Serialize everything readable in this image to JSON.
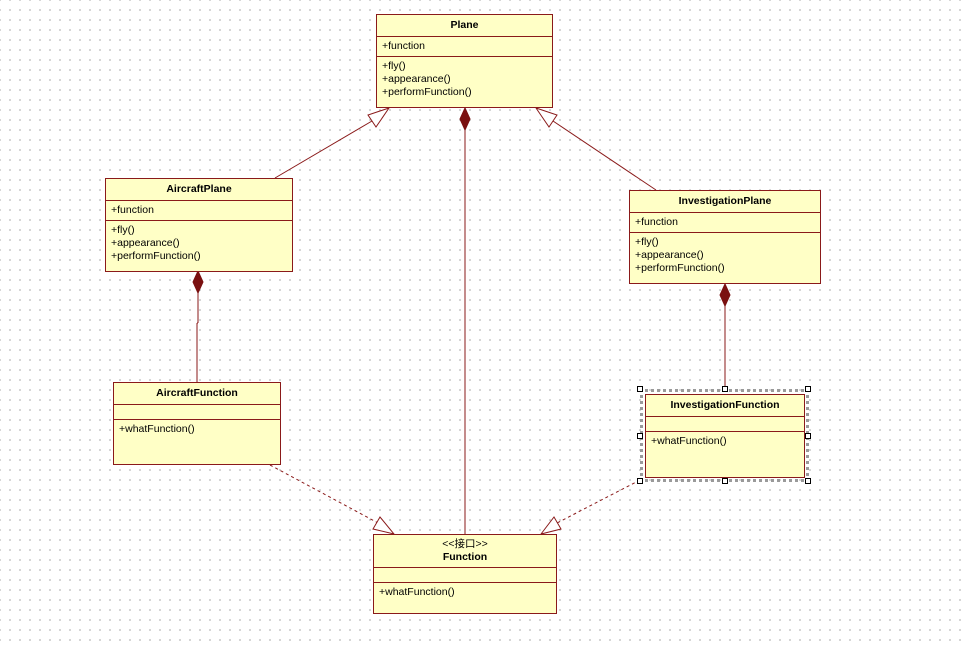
{
  "classes": {
    "plane": {
      "name": "Plane",
      "attributes": [
        "+function"
      ],
      "operations": [
        "+fly()",
        "+appearance()",
        "+performFunction()"
      ]
    },
    "aircraft_plane": {
      "name": "AircraftPlane",
      "attributes": [
        "+function"
      ],
      "operations": [
        "+fly()",
        "+appearance()",
        "+performFunction()"
      ]
    },
    "investigation_plane": {
      "name": "InvestigationPlane",
      "attributes": [
        "+function"
      ],
      "operations": [
        "+fly()",
        "+appearance()",
        "+performFunction()"
      ]
    },
    "aircraft_function": {
      "name": "AircraftFunction",
      "attributes": [],
      "operations": [
        "+whatFunction()"
      ]
    },
    "investigation_function": {
      "name": "InvestigationFunction",
      "attributes": [],
      "operations": [
        "+whatFunction()"
      ]
    },
    "function": {
      "stereotype": "<<接口>>",
      "name": "Function",
      "attributes": [],
      "operations": [
        "+whatFunction()"
      ]
    }
  },
  "relationships": [
    {
      "type": "generalization",
      "from": "aircraft_plane",
      "to": "plane"
    },
    {
      "type": "generalization",
      "from": "investigation_plane",
      "to": "plane"
    },
    {
      "type": "composition",
      "from": "plane",
      "to": "function"
    },
    {
      "type": "composition",
      "from": "aircraft_plane",
      "to": "aircraft_function"
    },
    {
      "type": "composition",
      "from": "investigation_plane",
      "to": "investigation_function"
    },
    {
      "type": "realization",
      "from": "aircraft_function",
      "to": "function"
    },
    {
      "type": "realization",
      "from": "investigation_function",
      "to": "function"
    }
  ],
  "selected": "investigation_function",
  "colors": {
    "class_fill": "#ffffc6",
    "class_border": "#8a1a1a",
    "connector": "#8a1a1a",
    "background": "#ffffff",
    "grid_dot": "#c8c8c8"
  }
}
